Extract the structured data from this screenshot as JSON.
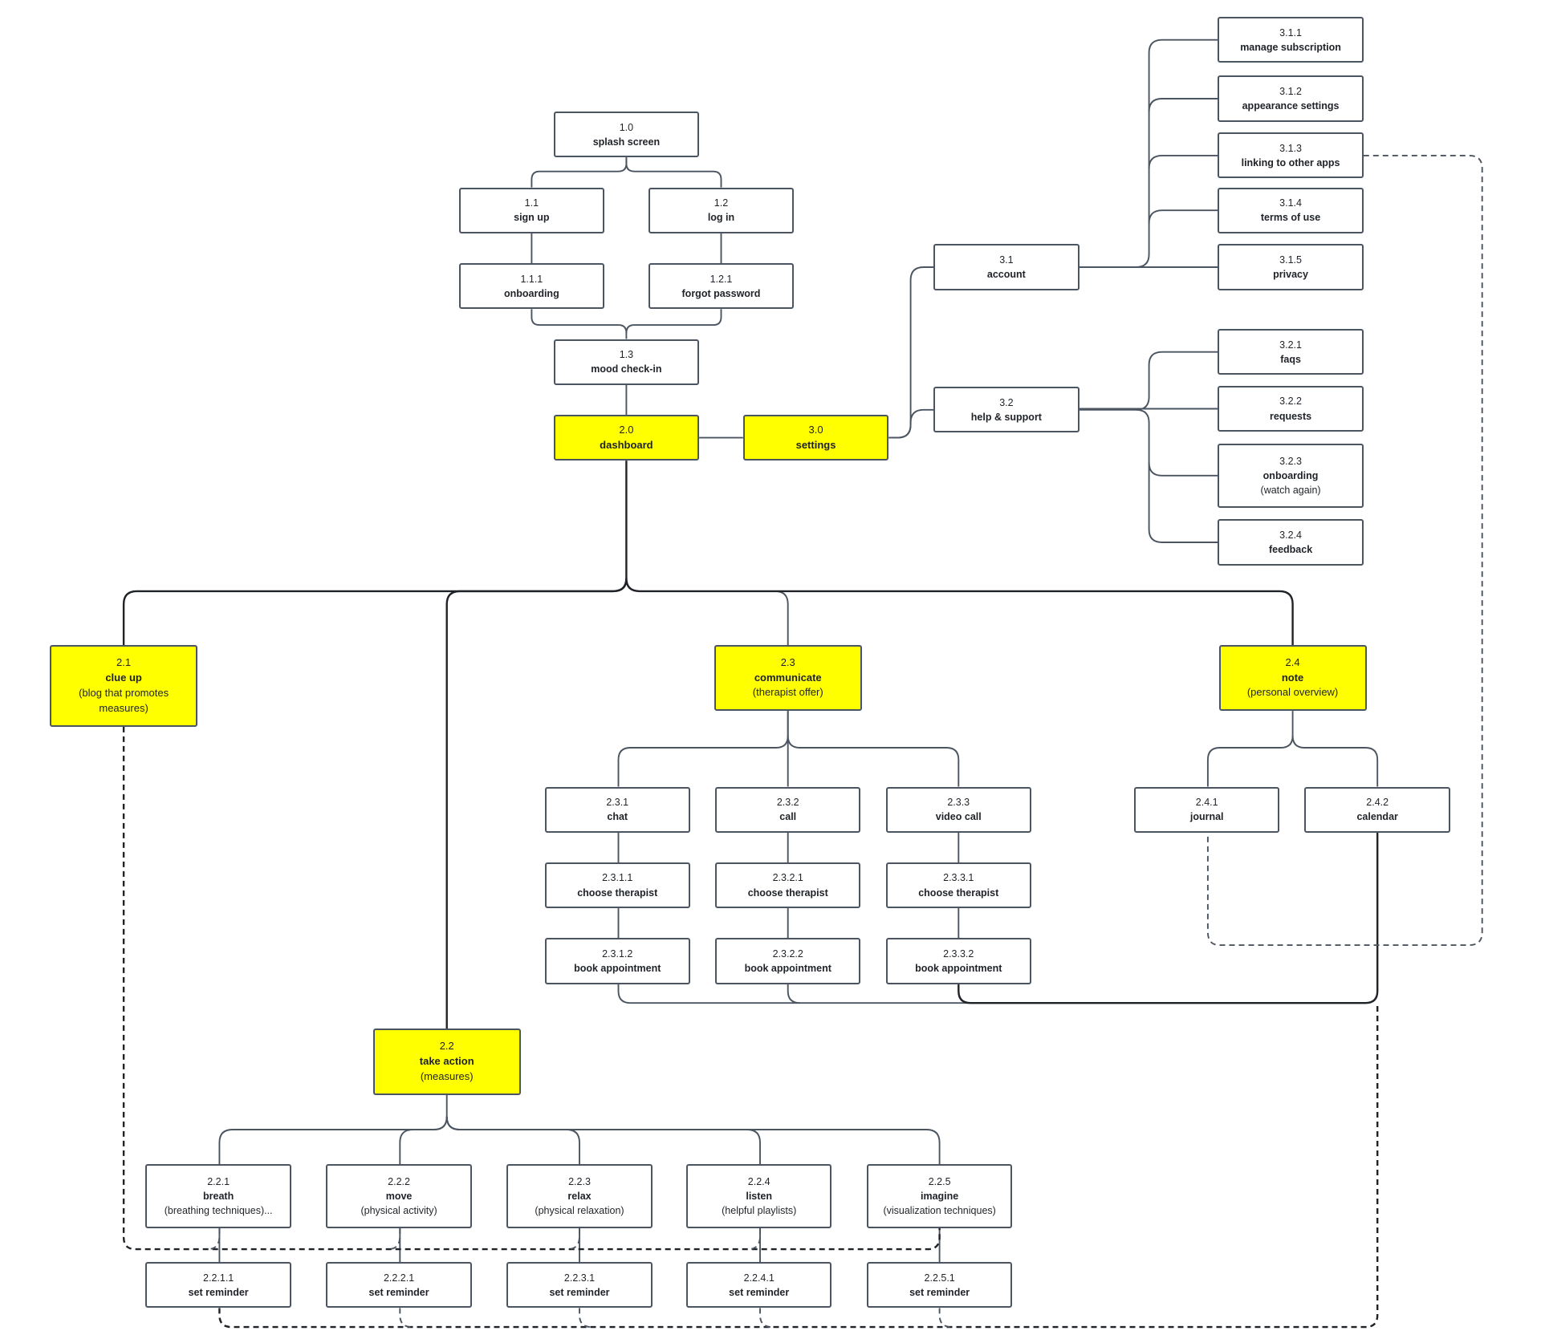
{
  "diagram": {
    "nodes": {
      "n1_0": {
        "id": "1.0",
        "label": "splash screen"
      },
      "n1_1": {
        "id": "1.1",
        "label": "sign up"
      },
      "n1_2": {
        "id": "1.2",
        "label": "log in"
      },
      "n1_1_1": {
        "id": "1.1.1",
        "label": "onboarding"
      },
      "n1_2_1": {
        "id": "1.2.1",
        "label": "forgot password"
      },
      "n1_3": {
        "id": "1.3",
        "label": "mood check-in"
      },
      "n2_0": {
        "id": "2.0",
        "label": "dashboard"
      },
      "n3_0": {
        "id": "3.0",
        "label": "settings"
      },
      "n3_1": {
        "id": "3.1",
        "label": "account"
      },
      "n3_2": {
        "id": "3.2",
        "label": "help & support"
      },
      "n3_1_1": {
        "id": "3.1.1",
        "label": "manage subscription"
      },
      "n3_1_2": {
        "id": "3.1.2",
        "label": "appearance settings"
      },
      "n3_1_3": {
        "id": "3.1.3",
        "label": "linking to other apps"
      },
      "n3_1_4": {
        "id": "3.1.4",
        "label": "terms of use"
      },
      "n3_1_5": {
        "id": "3.1.5",
        "label": "privacy"
      },
      "n3_2_1": {
        "id": "3.2.1",
        "label": "faqs"
      },
      "n3_2_2": {
        "id": "3.2.2",
        "label": "requests"
      },
      "n3_2_3": {
        "id": "3.2.3",
        "label": "onboarding",
        "sub": "(watch again)"
      },
      "n3_2_4": {
        "id": "3.2.4",
        "label": "feedback"
      },
      "n2_1": {
        "id": "2.1",
        "label": "clue up",
        "sub": "(blog that promotes measures)"
      },
      "n2_2": {
        "id": "2.2",
        "label": "take action",
        "sub": "(measures)"
      },
      "n2_3": {
        "id": "2.3",
        "label": "communicate",
        "sub": "(therapist offer)"
      },
      "n2_4": {
        "id": "2.4",
        "label": "note",
        "sub": "(personal overview)"
      },
      "n2_3_1": {
        "id": "2.3.1",
        "label": "chat"
      },
      "n2_3_2": {
        "id": "2.3.2",
        "label": "call"
      },
      "n2_3_3": {
        "id": "2.3.3",
        "label": "video call"
      },
      "n2_3_1_1": {
        "id": "2.3.1.1",
        "label": "choose therapist"
      },
      "n2_3_2_1": {
        "id": "2.3.2.1",
        "label": "choose therapist"
      },
      "n2_3_3_1": {
        "id": "2.3.3.1",
        "label": "choose therapist"
      },
      "n2_3_1_2": {
        "id": "2.3.1.2",
        "label": "book appointment"
      },
      "n2_3_2_2": {
        "id": "2.3.2.2",
        "label": "book appointment"
      },
      "n2_3_3_2": {
        "id": "2.3.3.2",
        "label": "book appointment"
      },
      "n2_4_1": {
        "id": "2.4.1",
        "label": "journal"
      },
      "n2_4_2": {
        "id": "2.4.2",
        "label": "calendar"
      },
      "n2_2_1": {
        "id": "2.2.1",
        "label": "breath",
        "sub": "(breathing techniques)..."
      },
      "n2_2_2": {
        "id": "2.2.2",
        "label": "move",
        "sub": "(physical activity)"
      },
      "n2_2_3": {
        "id": "2.2.3",
        "label": "relax",
        "sub": "(physical relaxation)"
      },
      "n2_2_4": {
        "id": "2.2.4",
        "label": "listen",
        "sub": "(helpful playlists)"
      },
      "n2_2_5": {
        "id": "2.2.5",
        "label": "imagine",
        "sub": "(visualization techniques)"
      },
      "n2_2_1_1": {
        "id": "2.2.1.1",
        "label": "set reminder"
      },
      "n2_2_2_1": {
        "id": "2.2.2.1",
        "label": "set reminder"
      },
      "n2_2_3_1": {
        "id": "2.2.3.1",
        "label": "set reminder"
      },
      "n2_2_4_1": {
        "id": "2.2.4.1",
        "label": "set reminder"
      },
      "n2_2_5_1": {
        "id": "2.2.5.1",
        "label": "set reminder"
      }
    },
    "highlight_color": "#ffff00",
    "line_color": "#4b5561",
    "dark_line_color": "#1f2328"
  }
}
